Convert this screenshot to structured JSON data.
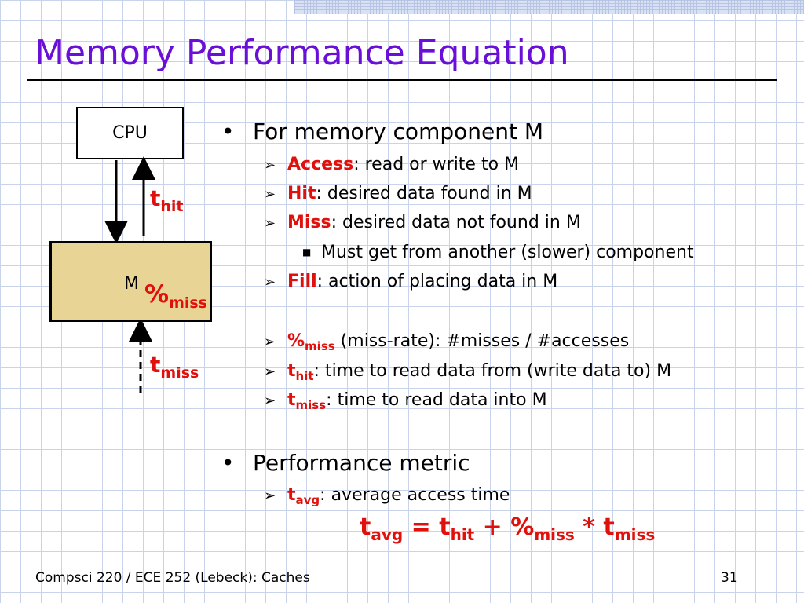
{
  "slide": {
    "title": "Memory Performance Equation",
    "footer": "Compsci 220 / ECE 252 (Lebeck): Caches",
    "page_number": "31"
  },
  "diagram": {
    "cpu_label": "CPU",
    "memory_label": "M",
    "miss_pct_symbol": "%",
    "miss_sub": "miss",
    "t_symbol": "t",
    "hit_sub": "hit"
  },
  "bullets": {
    "b1": "For memory component M",
    "access_term": "Access",
    "access_def": ": read or write to M",
    "hit_term": "Hit",
    "hit_def": ": desired data found in M",
    "miss_term": "Miss",
    "miss_def": ": desired data not found in M",
    "miss_sub_item": "Must get from another (slower) component",
    "fill_term": "Fill",
    "fill_def": ": action of placing data in M",
    "pct_symbol": "%",
    "pct_sub": "miss",
    "pct_def": " (miss-rate): #misses / #accesses",
    "t_symbol": "t",
    "thit_sub": "hit",
    "thit_def": ": time to read data from (write data to) M",
    "tmiss_sub": "miss",
    "tmiss_def": ": time to read data into M",
    "b2": "Performance metric",
    "tavg_sub": "avg",
    "tavg_def": ": average access time"
  },
  "formula": {
    "t": "t",
    "avg": "avg",
    "eq": " = ",
    "hit": "hit",
    "plus": " + ",
    "pct": "%",
    "miss": "miss",
    "times": " * "
  },
  "colors": {
    "title": "#6a0fd8",
    "emphasis": "#e0100c",
    "memory_fill": "#e8d595",
    "grid": "#c9d3ec"
  }
}
